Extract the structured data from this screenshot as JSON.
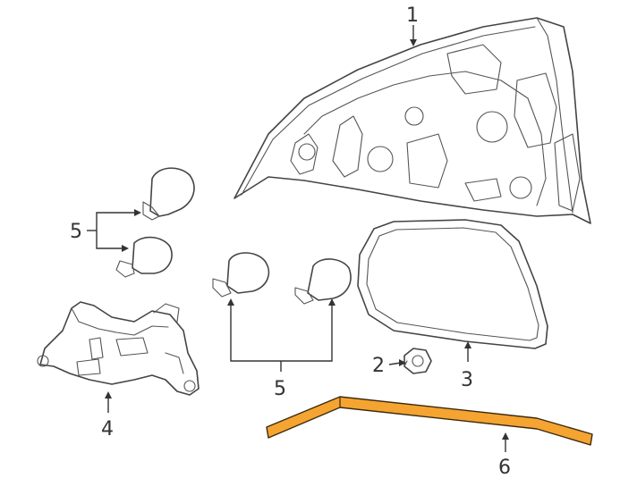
{
  "diagram": {
    "callouts": {
      "c1": "1",
      "c2": "2",
      "c3": "3",
      "c4": "4",
      "c5_upper": "5",
      "c5_lower": "5",
      "c6": "6"
    },
    "colors": {
      "line": "#444444",
      "highlight_fill": "#f5a431",
      "highlight_stroke": "#3a2a10",
      "background": "#ffffff"
    }
  }
}
